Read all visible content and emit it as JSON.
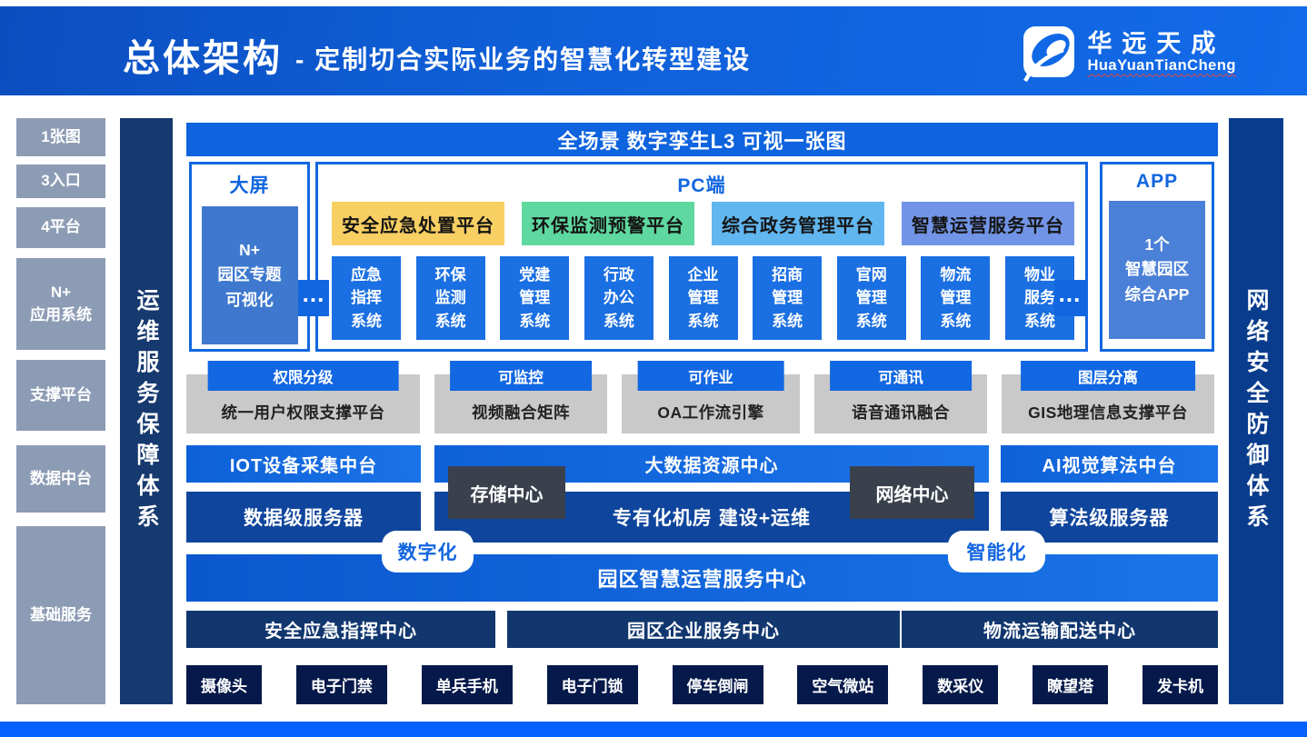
{
  "header": {
    "title_main": "总体架构",
    "title_sub": "- 定制切合实际业务的智慧化转型建设",
    "logo_cn": "华远天成",
    "logo_en": "HuaYuanTianCheng"
  },
  "left_sidebar": {
    "items": [
      "1张图",
      "3入口",
      "4平台",
      "N+\n应用系统",
      "支撑平台",
      "数据中台",
      "基础服务"
    ]
  },
  "left_rail": {
    "label": "运维服务保障体系"
  },
  "right_rail": {
    "label": "网络安全防御体系"
  },
  "banner": {
    "label": "全场景 数字孪生L3 可视一张图"
  },
  "screen_section": {
    "title": "大屏",
    "item": "N+\n园区专题\n可视化"
  },
  "pc_section": {
    "title": "PC端",
    "platforms": [
      {
        "label": "安全应急处置平台",
        "color": "#f8cf62"
      },
      {
        "label": "环保监测预警平台",
        "color": "#5ed89f"
      },
      {
        "label": "综合政务管理平台",
        "color": "#61b6ef"
      },
      {
        "label": "智慧运营服务平台",
        "color": "#7294e6"
      }
    ],
    "systems": [
      "应急\n指挥\n系统",
      "环保\n监测\n系统",
      "党建\n管理\n系统",
      "行政\n办公\n系统",
      "企业\n管理\n系统",
      "招商\n管理\n系统",
      "官网\n管理\n系统",
      "物流\n管理\n系统",
      "物业\n服务\n系统"
    ]
  },
  "app_section": {
    "title": "APP",
    "item": "1个\n智慧园区\n综合APP"
  },
  "ellipsis": "...",
  "support_row": [
    {
      "tag": "权限分级",
      "label": "统一用户权限支撑平台"
    },
    {
      "tag": "可监控",
      "label": "视频融合矩阵"
    },
    {
      "tag": "可作业",
      "label": "OA工作流引擎"
    },
    {
      "tag": "可通讯",
      "label": "语音通讯融合"
    },
    {
      "tag": "图层分离",
      "label": "GIS地理信息支撑平台"
    }
  ],
  "middle": {
    "row_top": [
      "IOT设备采集中台",
      "大数据资源中心",
      "AI视觉算法中台"
    ],
    "row_bottom": [
      "数据级服务器",
      "专有化机房 建设+运维",
      "算法级服务器"
    ],
    "overlays": [
      "存储中心",
      "网络中心"
    ],
    "bubbles": [
      "数字化",
      "智能化"
    ]
  },
  "operation_bar": {
    "label": "园区智慧运营服务中心"
  },
  "centers": [
    "安全应急指挥中心",
    "园区企业服务中心",
    "物流运输配送中心"
  ],
  "devices": [
    "摄像头",
    "电子门禁",
    "单兵手机",
    "电子门锁",
    "停车倒闸",
    "空气微站",
    "数采仪",
    "瞭望塔",
    "发卡机"
  ]
}
